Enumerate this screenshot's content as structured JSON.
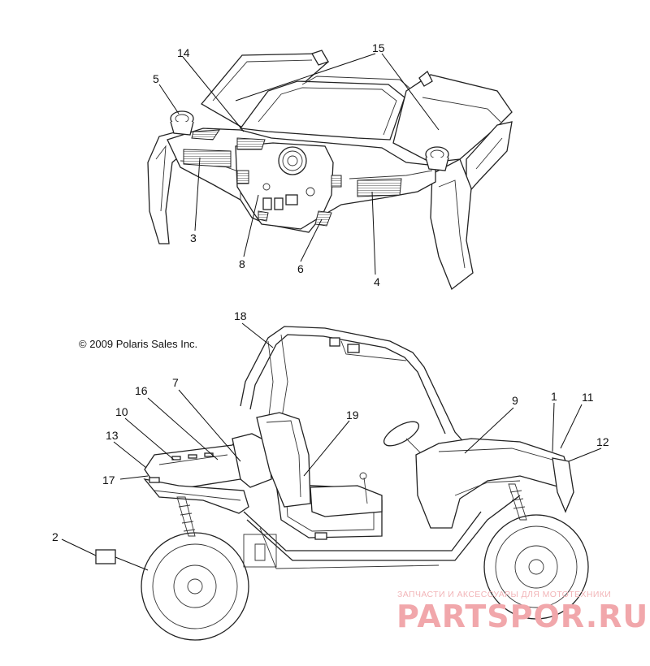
{
  "copyright": "© 2009 Polaris Sales Inc.",
  "watermark": {
    "tagline": "ЗАПЧАСТИ И АКСЕССУАРЫ ДЛЯ МОТОТЕХНИКИ",
    "brand": "PARTSPOR.RU",
    "color": "#f1a7ab"
  },
  "callouts": {
    "c1": "1",
    "c2": "2",
    "c3": "3",
    "c4": "4",
    "c5": "5",
    "c6": "6",
    "c7": "7",
    "c8": "8",
    "c9": "9",
    "c10": "10",
    "c11": "11",
    "c12": "12",
    "c13": "13",
    "c14": "14",
    "c15": "15",
    "c16": "16",
    "c17": "17",
    "c18": "18",
    "c19": "19"
  }
}
